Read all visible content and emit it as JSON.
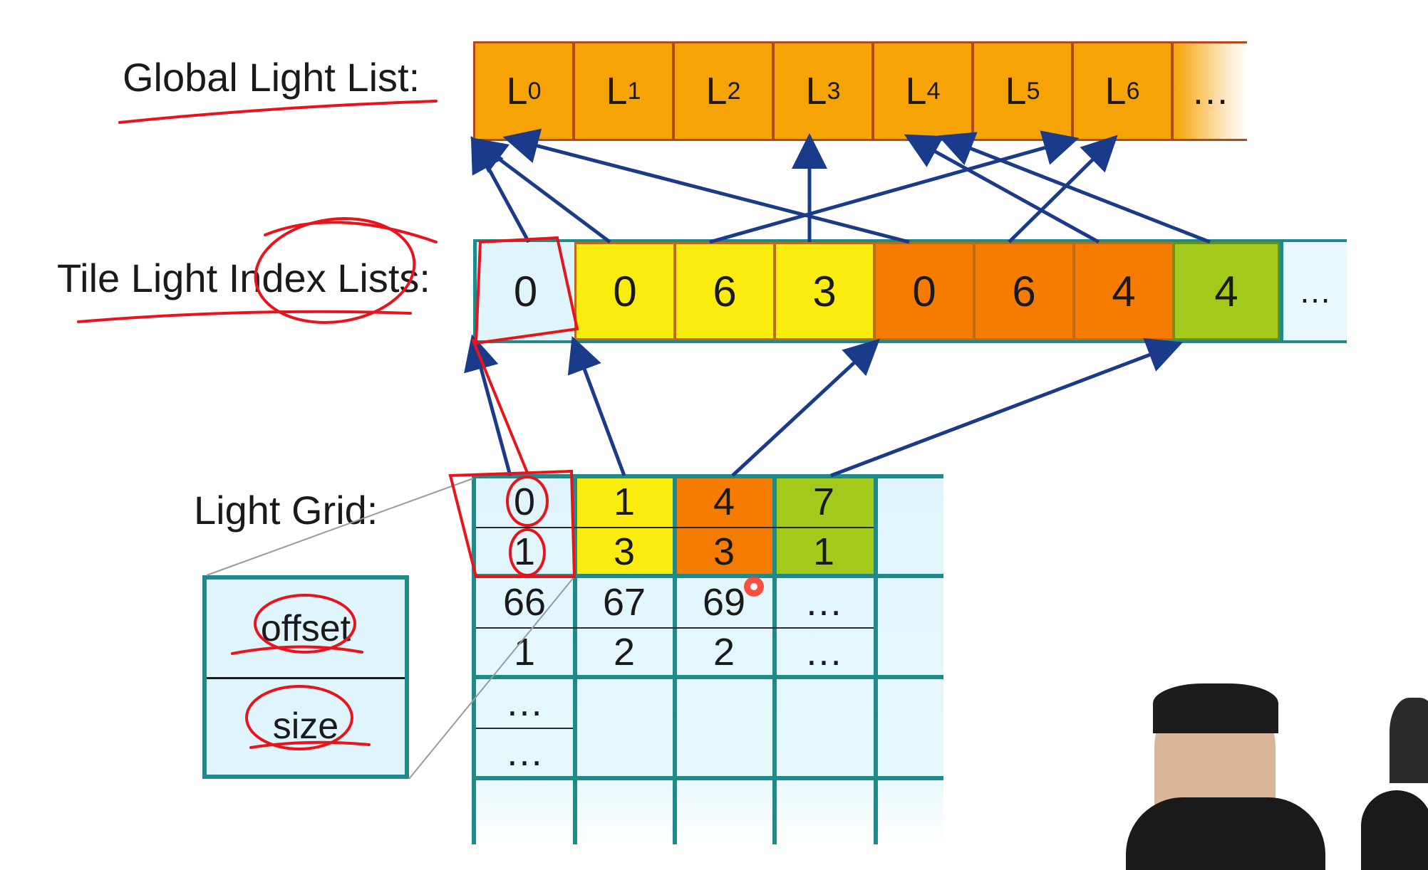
{
  "labels": {
    "global": "Global Light List:",
    "tile": "Tile Light Index Lists:",
    "grid": "Light Grid:",
    "offset": "offset",
    "size": "size"
  },
  "global_list": {
    "cells": [
      {
        "base": "L",
        "sub": "0"
      },
      {
        "base": "L",
        "sub": "1"
      },
      {
        "base": "L",
        "sub": "2"
      },
      {
        "base": "L",
        "sub": "3"
      },
      {
        "base": "L",
        "sub": "4"
      },
      {
        "base": "L",
        "sub": "5"
      },
      {
        "base": "L",
        "sub": "6"
      }
    ],
    "ellipsis": "…"
  },
  "tile_list": {
    "cells": [
      "0",
      "0",
      "6",
      "3",
      "0",
      "6",
      "4",
      "4"
    ],
    "ellipsis": "…"
  },
  "light_grid": {
    "row1_offset": [
      "0",
      "1",
      "4",
      "7"
    ],
    "row1_size": [
      "1",
      "3",
      "3",
      "1"
    ],
    "row2_offset": [
      "66",
      "67",
      "69",
      "…"
    ],
    "row2_size": [
      "1",
      "2",
      "2",
      "…"
    ],
    "row3_offset": [
      "…"
    ],
    "row3_size": [
      "…"
    ]
  },
  "colors": {
    "global_cell": "#f6a405",
    "tile_blue": "#dff5fb",
    "tile_yellow": "#fbec10",
    "tile_orange": "#f57c00",
    "tile_green": "#a3c91a",
    "teal": "#1f8a8a",
    "arrow": "#1a3b8a",
    "annotation": "#e8141c"
  }
}
